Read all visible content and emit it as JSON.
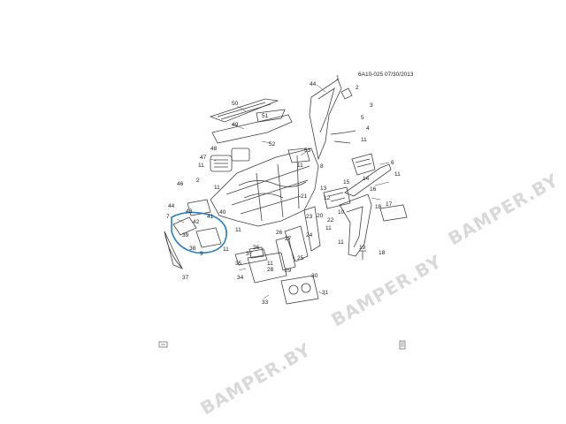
{
  "diagram_code": "6A10-025 07/30/2013",
  "watermarks": [
    "BAMPER.BY",
    "BAMPER.BY",
    "BAMPER.BY"
  ],
  "callouts": [
    "1",
    "2",
    "3",
    "4",
    "5",
    "6",
    "7",
    "8",
    "9",
    "10",
    "11",
    "12",
    "13",
    "14",
    "15",
    "16",
    "17",
    "18",
    "19",
    "20",
    "21",
    "22",
    "23",
    "24",
    "25",
    "26",
    "27",
    "28",
    "29",
    "30",
    "31",
    "33",
    "34",
    "35",
    "36",
    "37",
    "38",
    "39",
    "40",
    "41",
    "42",
    "43",
    "44",
    "45",
    "46",
    "47",
    "48",
    "49",
    "50",
    "51",
    "52",
    "53"
  ],
  "highlight_color": "#2a7fc1",
  "line_color": "#444444"
}
